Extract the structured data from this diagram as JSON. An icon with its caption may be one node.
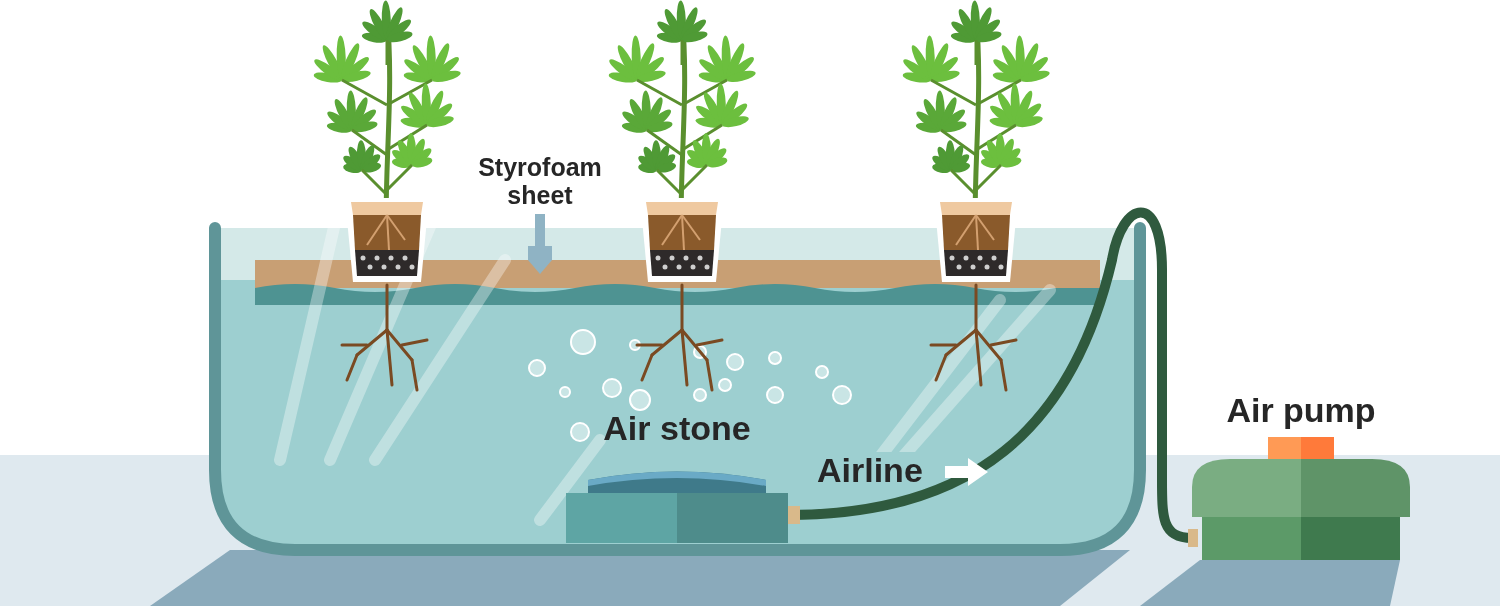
{
  "diagram": {
    "nodes": [
      {
        "text": [
          "Styrofoam sheet"
        ]
      },
      {
        "text": [],
        "shape": "bar"
      },
      {
        "text": [
          "Air stone"
        ]
      },
      {
        "text": [
          "Air pump"
        ]
      }
    ],
    "edges": [
      {
        "from": 0,
        "to": 1,
        "arrow": "to",
        "color": "#8fb3c4"
      },
      {
        "from": 3,
        "to": 2,
        "arrow": "none",
        "label": "Airline",
        "color": "#2f5a3e"
      }
    ]
  }
}
